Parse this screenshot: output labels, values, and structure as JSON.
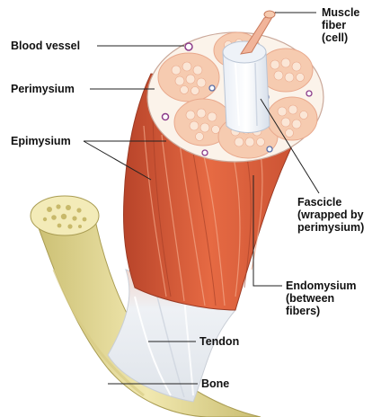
{
  "labels": {
    "muscle_fiber": [
      "Muscle",
      "fiber",
      "(cell)"
    ],
    "blood_vessel": "Blood vessel",
    "perimysium": "Perimysium",
    "epimysium": "Epimysium",
    "fascicle": [
      "Fascicle",
      "(wrapped by",
      "perimysium)"
    ],
    "endomysium": [
      "Endomysium",
      "(between",
      "fibers)"
    ],
    "tendon": "Tendon",
    "bone": "Bone"
  },
  "colors": {
    "muscle": "#e0603a",
    "muscle_dark": "#b8442a",
    "fascicle": "#f6cbb0",
    "fiber_cell": "#fbe6d6",
    "sheath": "#fbf3ea",
    "tendon": "#eef1f5",
    "bone": "#e7dd9c",
    "blood_vessel": "#8c3c8a",
    "leader": "#222222"
  }
}
